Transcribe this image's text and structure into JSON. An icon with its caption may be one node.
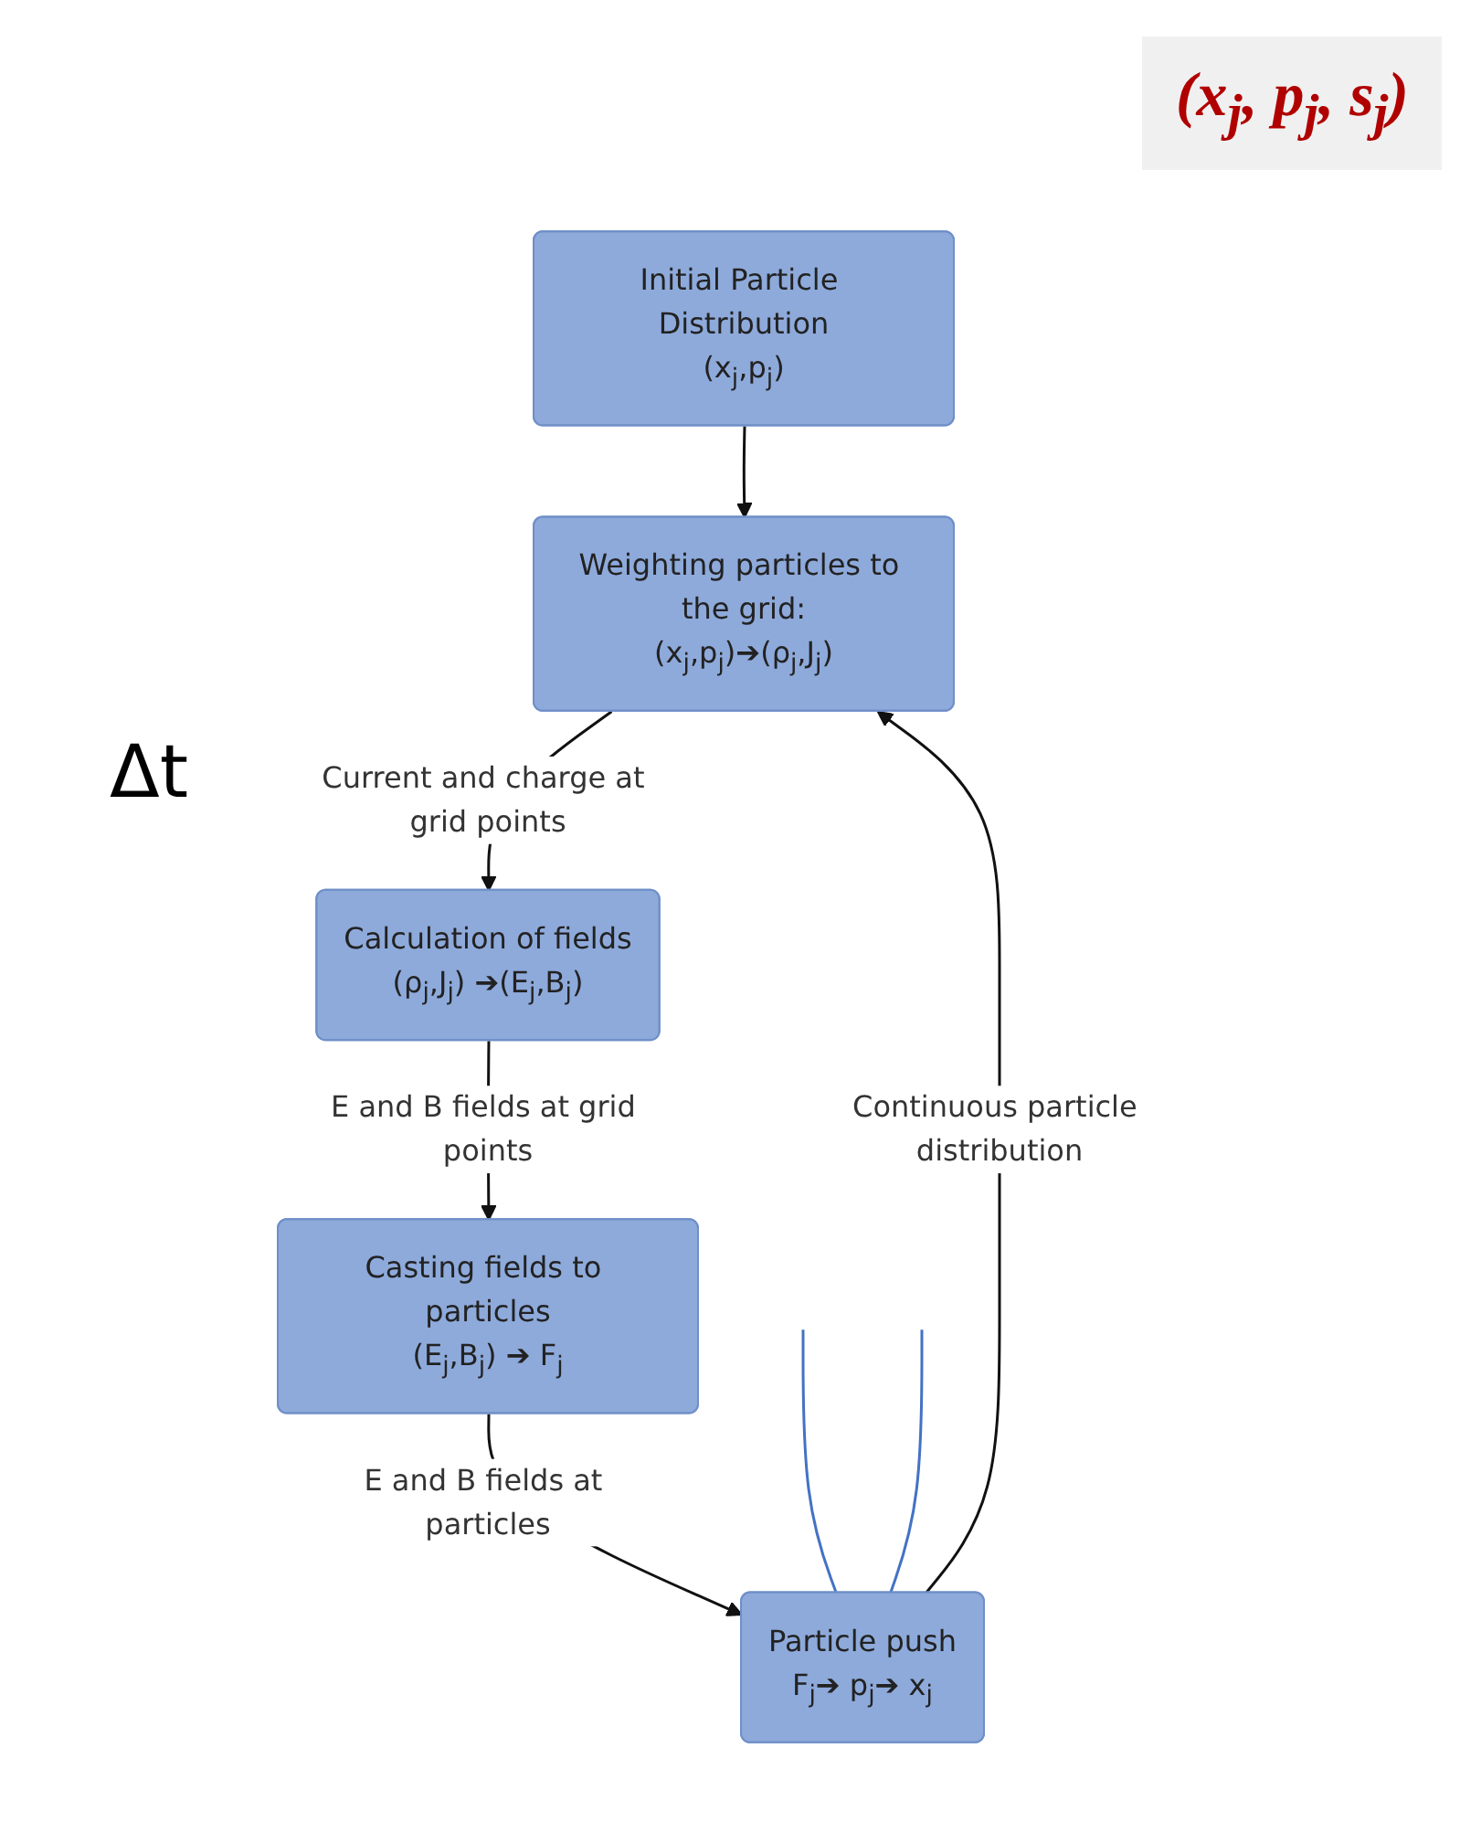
{
  "diagram": {
    "nodes": [
      {
        "text": [
          "Initial Particle Distribution",
          "(x$_{j}$,p$_{j}$)"
        ]
      },
      {
        "text": [
          "Weighting particles to the grid:",
          "(x$_{j}$,p$_{j}$)➔(ρ$_{j}$,J$_{j}$)"
        ]
      },
      {
        "text": [
          "Calculation of fields",
          "(ρ$_{j}$,J$_{j}$) ➔(E$_{j}$,B$_{j}$)"
        ]
      },
      {
        "text": [
          "Casting fields to particles",
          "(E$_{j}$,B$_{j}$) ➔ F$_{j}$"
        ]
      },
      {
        "text": [
          "Particle push",
          "F$_{j}$➔ p$_{j}$➔ x$_{j}$"
        ]
      }
    ],
    "edges": [
      {
        "from": 0,
        "to": 1,
        "arrow": "to"
      },
      {
        "from": 1,
        "to": 2,
        "arrow": "to",
        "label": "Current and charge at grid points"
      },
      {
        "from": 2,
        "to": 3,
        "arrow": "to",
        "label": "E and B fields at grid points"
      },
      {
        "from": 3,
        "to": 4,
        "arrow": "to",
        "label": "E and B fields at particles"
      },
      {
        "from": 4,
        "to": 1,
        "arrow": "to",
        "label": "Continuous particle distribution"
      },
      {
        "from": null,
        "to": 4,
        "arrow": "none",
        "color": "#4472c4"
      },
      {
        "from": null,
        "to": 4,
        "arrow": "none",
        "color": "#4472c4"
      }
    ],
    "labels": [
      "(x$_{j}$, p$_{j}$, s$_{j}$)",
      "Δt"
    ]
  }
}
